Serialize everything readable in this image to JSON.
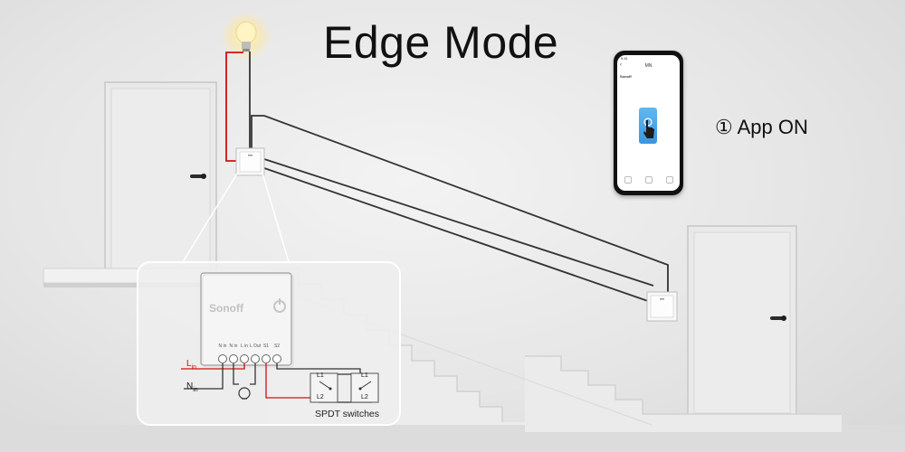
{
  "title": "Edge Mode",
  "step_label": "① App ON",
  "phone": {
    "time": "9:41",
    "header": "MN",
    "back": "‹",
    "brand": "Sonoff",
    "icon": "hand-tap-icon"
  },
  "module": {
    "brand": "Sonoff",
    "terminals": [
      "N in",
      "N in",
      "L in",
      "L Out",
      "S1",
      "S2"
    ]
  },
  "labels": {
    "lin_main": "L",
    "lin_sub": "in",
    "nin_main": "N",
    "nin_sub": "in",
    "l1": "L1",
    "l2": "L2",
    "spdt": "SPDT switches"
  },
  "colors": {
    "live": "#d01010",
    "neutral": "#333333",
    "switch_blue": "#4aa6ea"
  }
}
